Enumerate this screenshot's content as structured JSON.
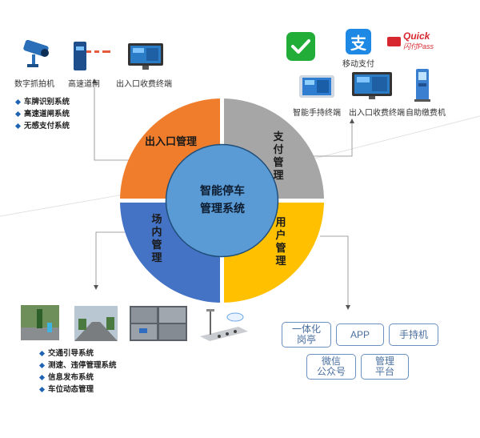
{
  "center": {
    "line1": "智能停车",
    "line2": "管理系统"
  },
  "quadrants": {
    "entrance": "出入口管理",
    "payment": [
      "支",
      "付",
      "管",
      "理"
    ],
    "user": [
      "用",
      "户",
      "管",
      "理"
    ],
    "field": [
      "场",
      "内",
      "管",
      "理"
    ]
  },
  "top_left_devices": [
    "数字抓拍机",
    "高速道闸",
    "出入口收费终端"
  ],
  "top_left_list": [
    "车牌识别系统",
    "高速道闸系统",
    "无感支付系统"
  ],
  "payment_logos": {
    "alipay_char": "支",
    "mobile_pay_label": "移动支付",
    "quickpass_text": "Quick",
    "quickpass_sub": "闪付Pass"
  },
  "top_right_devices": [
    "智能手持终端",
    "出入口收费终端",
    "自助缴费机"
  ],
  "bottom_left_list": [
    "交通引导系统",
    "测速、违停管理系统",
    "信息发布系统",
    "车位动态管理"
  ],
  "user_boxes": [
    {
      "line1": "一体化",
      "line2": "岗亭"
    },
    {
      "line1": "APP",
      "line2": ""
    },
    {
      "line1": "手持机",
      "line2": ""
    },
    {
      "line1": "微信",
      "line2": "公众号"
    },
    {
      "line1": "管理",
      "line2": "平台"
    }
  ],
  "colors": {
    "entrance": "#ef7d2c",
    "payment": "#a6a6a6",
    "user": "#ffc000",
    "field": "#4472c4",
    "center": "#5b9bd5",
    "box_border": "#6a8fc0"
  }
}
